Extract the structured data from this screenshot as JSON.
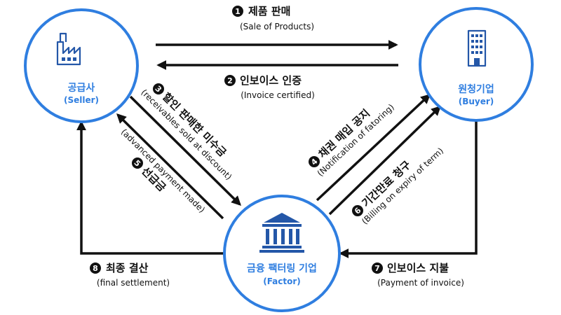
{
  "nodes": {
    "seller": {
      "title": "공급사",
      "subtitle": "(Seller)"
    },
    "buyer": {
      "title": "원청기업",
      "subtitle": "(Buyer)"
    },
    "factor": {
      "title": "금융 팩터링 기업",
      "subtitle": "(Factor)"
    }
  },
  "steps": [
    {
      "number": "1",
      "label": "제품 판매",
      "label_en": "(Sale of Products)"
    },
    {
      "number": "2",
      "label": "인보이스 인증",
      "label_en": "(Invoice certified)"
    },
    {
      "number": "3",
      "label": "할인 판매한 미수금",
      "label_en": "(receivables sold at discount)"
    },
    {
      "number": "4",
      "label": "채권 매입 공지",
      "label_en": "(Notification of fatoring)"
    },
    {
      "number": "5",
      "label": "선급금",
      "label_en": "(advanced payment made)"
    },
    {
      "number": "6",
      "label": "기간만료 청구",
      "label_en": "(Billing on expiry of term)"
    },
    {
      "number": "7",
      "label": "인보이스 지불",
      "label_en": "(Payment of invoice)"
    },
    {
      "number": "8",
      "label": "최종 결산",
      "label_en": "(final settlement)"
    }
  ],
  "icons": {
    "seller": "factory-icon",
    "buyer": "office-building-icon",
    "factor": "bank-icon"
  },
  "colors": {
    "accent": "#2f7ee0",
    "icon": "#2457a8",
    "arrow": "#111111"
  }
}
